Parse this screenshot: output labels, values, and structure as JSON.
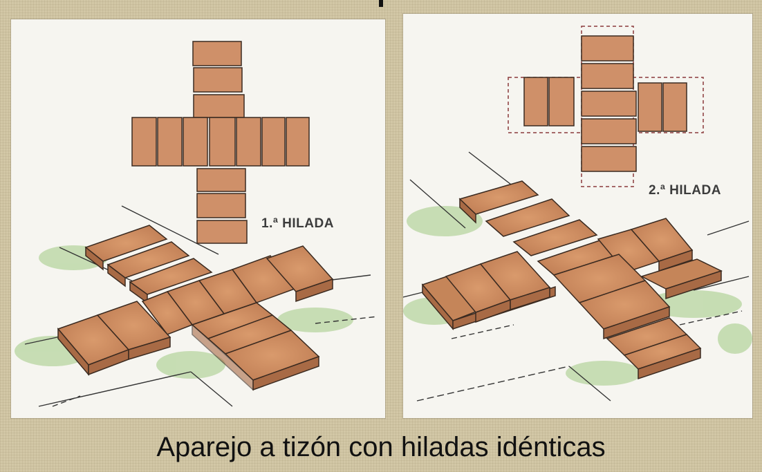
{
  "figures": [
    {
      "course_label": "1.ª HILADA"
    },
    {
      "course_label": "2.ª HILADA"
    }
  ],
  "caption": "Aparejo a tizón con hiladas idénticas",
  "colors": {
    "brick": "#c98a5e",
    "brick_side": "#a86a45",
    "outline": "#3a2a20",
    "grass": "#a7c98a",
    "background": "#d2c7a6"
  }
}
